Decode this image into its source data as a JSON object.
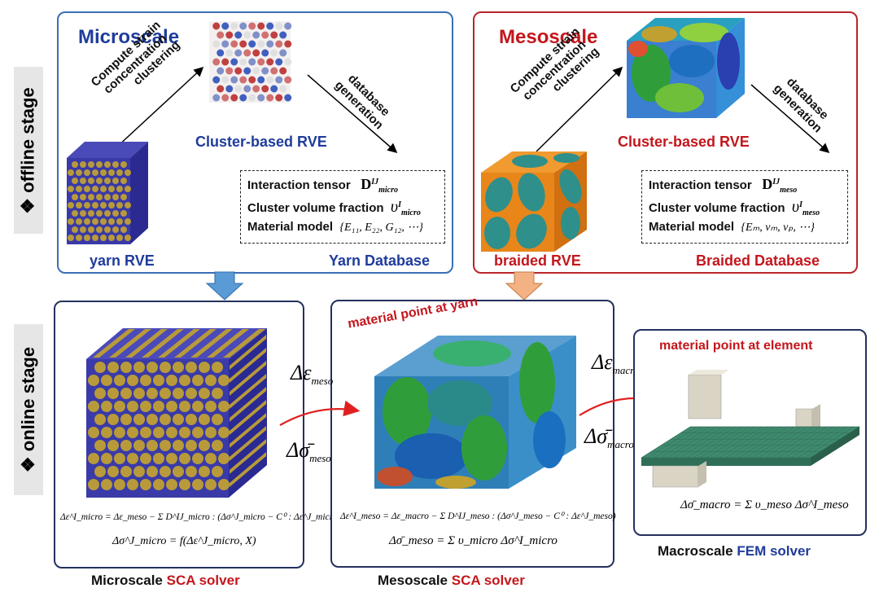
{
  "stages": {
    "offline": "offline stage",
    "online": "online stage",
    "bullet": "❖"
  },
  "micro": {
    "title": "Microscale",
    "arrow1_line1": "Compute strain",
    "arrow1_line2": "concentration",
    "arrow1_line3": "clustering",
    "arrow2_line1": "database",
    "arrow2_line2": "generation",
    "cluster_label": "Cluster-based RVE",
    "rve_label": "yarn RVE",
    "db_label": "Yarn Database",
    "db_rows": [
      "Interaction tensor",
      "Cluster volume fraction",
      "Material model"
    ],
    "db_math": [
      "D",
      "υ",
      "{E₁₁, E₂₂, G₁₂, ⋯}"
    ],
    "db_sup": [
      "IJ",
      "I"
    ],
    "db_sub": [
      "micro",
      "micro"
    ]
  },
  "meso": {
    "title": "Mesoscale",
    "arrow1_line1": "Compute strain",
    "arrow1_line2": "concentration",
    "arrow1_line3": "clustering",
    "arrow2_line1": "database",
    "arrow2_line2": "generation",
    "cluster_label": "Cluster-based RVE",
    "rve_label": "braided RVE",
    "db_label": "Braided Database",
    "db_rows": [
      "Interaction tensor",
      "Cluster volume fraction",
      "Material model"
    ],
    "db_math": [
      "D",
      "υ",
      "{Eₘ, vₘ, νₚ, ⋯}"
    ],
    "db_sup": [
      "IJ",
      "I"
    ],
    "db_sub": [
      "meso",
      "meso"
    ]
  },
  "online": {
    "meso_point": "material point at yarn",
    "macro_point": "material point at element",
    "d_eps_meso": "Δε",
    "d_eps_meso_sub": "meso",
    "d_sig_meso": "Δσ̄",
    "d_sig_meso_sub": "meso",
    "d_eps_macro": "Δε",
    "d_eps_macro_sub": "macro",
    "d_sig_macro": "Δσ̄",
    "d_sig_macro_sub": "macro",
    "eq_micro_1": "Δε^I_micro = Δε_meso − Σ D^IJ_micro : (Δσ^J_micro − C⁰ : Δε^J_micro)",
    "eq_micro_2": "Δσ^J_micro = f(Δε^J_micro, X)",
    "eq_meso_1": "Δε^I_meso = Δε_macro − Σ D^IJ_meso : (Δσ^J_meso − C⁰ : Δε^J_meso)",
    "eq_meso_2": "Δσ̄_meso = Σ υ_micro Δσ^I_micro",
    "eq_macro": "Δσ̄_macro = Σ υ_meso Δσ^I_meso",
    "solver_micro_a": "Microscale ",
    "solver_micro_b": "SCA solver",
    "solver_meso_a": "Mesoscale ",
    "solver_meso_b": "SCA solver",
    "solver_macro_a": "Macroscale ",
    "solver_macro_b": "FEM solver"
  },
  "colors": {
    "blue_border": "#3a6fb5",
    "red_border": "#b8262a",
    "navy_border": "#24305e",
    "yarn_blue": "#3a3aa8",
    "yarn_gold": "#b89a3a",
    "braid_teal": "#2f8f8a",
    "braid_orange": "#e8861a",
    "fem_green": "#3f8a6e"
  }
}
